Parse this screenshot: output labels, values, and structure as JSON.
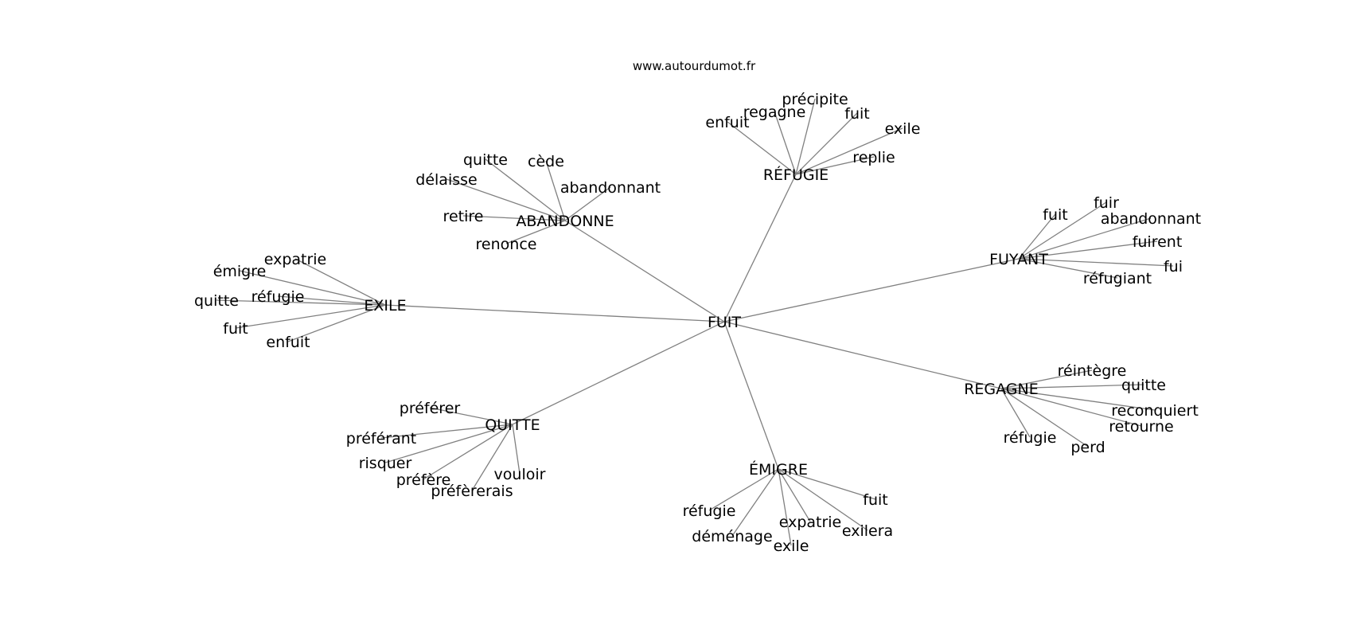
{
  "source": "www.autourdumot.fr",
  "graph": {
    "root": "FUIT",
    "groups": [
      {
        "label": "RÉFUGIE",
        "children": [
          "enfuit",
          "regagne",
          "précipite",
          "fuit",
          "exile",
          "replie"
        ]
      },
      {
        "label": "ABANDONNE",
        "children": [
          "quitte",
          "cède",
          "délaisse",
          "abandonnant",
          "retire",
          "renonce"
        ]
      },
      {
        "label": "FUYANT",
        "children": [
          "fuit",
          "fuir",
          "abandonnant",
          "fuirent",
          "fui",
          "réfugiant"
        ]
      },
      {
        "label": "EXILE",
        "children": [
          "expatrie",
          "émigre",
          "réfugie",
          "quitte",
          "fuit",
          "enfuit"
        ]
      },
      {
        "label": "REGAGNE",
        "children": [
          "réintègre",
          "quitte",
          "reconquiert",
          "retourne",
          "réfugie",
          "perd"
        ]
      },
      {
        "label": "QUITTE",
        "children": [
          "préférer",
          "préférant",
          "risquer",
          "préfère",
          "préfèrerais",
          "vouloir"
        ]
      },
      {
        "label": "ÉMIGRE",
        "children": [
          "fuit",
          "réfugie",
          "expatrie",
          "exilera",
          "déménage",
          "exile"
        ]
      }
    ]
  }
}
